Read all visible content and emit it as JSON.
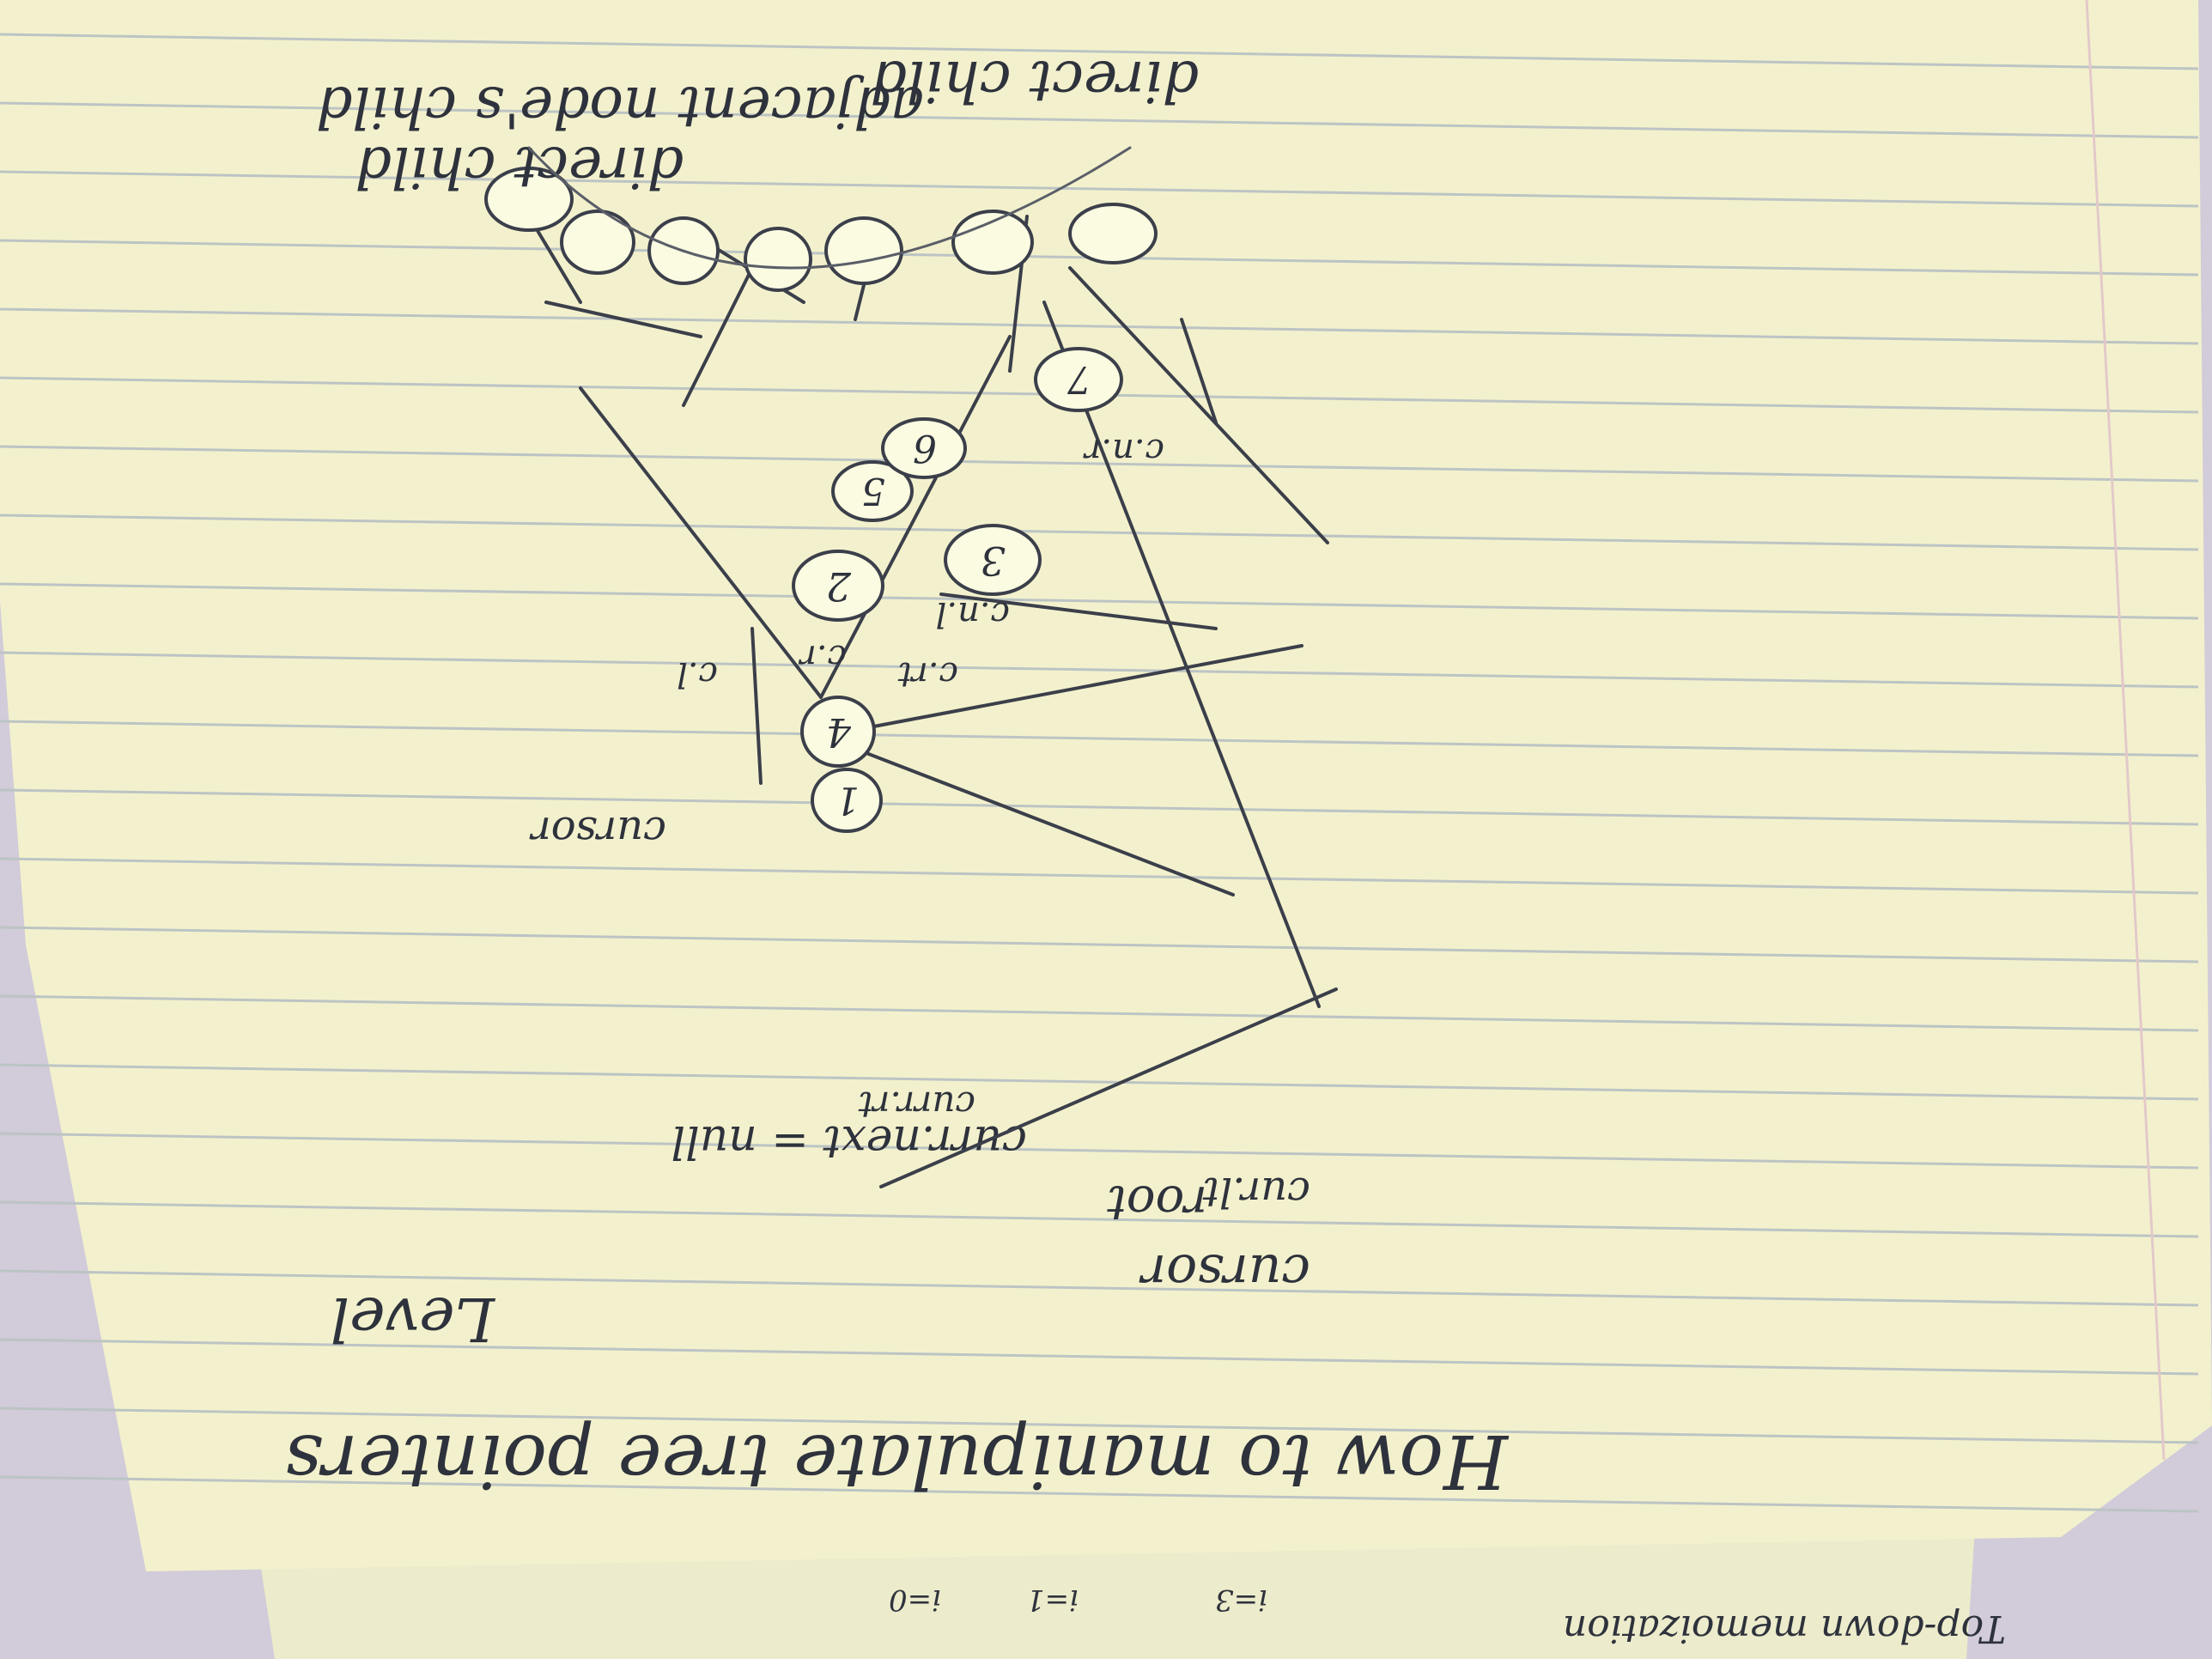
{
  "colors": {
    "paper": "#f4f2cf",
    "ink": "#3b3f4a",
    "rule_line": "#bcc4c4",
    "background": "#cfc9d6"
  },
  "page": {
    "title": "How to manipulate tree pointers",
    "level_label": "Level",
    "null_note": "curr.next = null",
    "corner_note": "Top-down memoization",
    "corner_fragments": [
      "i=3",
      "i=1",
      "i=0"
    ]
  },
  "labels": {
    "cursor_top": "cursor",
    "root": "root",
    "curr_lt": "cur.lt",
    "curr_rt": "curr.rt",
    "cursor": "cursor",
    "c_rt": "c.rt",
    "c_l": "c.l",
    "c_r": "c.r",
    "c_n_l": "c.n.l",
    "c_n_r": "c.n.r",
    "direct_child": "direct child",
    "adjacent_child": "adjacent node's child",
    "direct_child_2": "direct child"
  },
  "tree": {
    "nodes": [
      "1",
      "2",
      "3",
      "4",
      "5",
      "6",
      "7"
    ]
  }
}
